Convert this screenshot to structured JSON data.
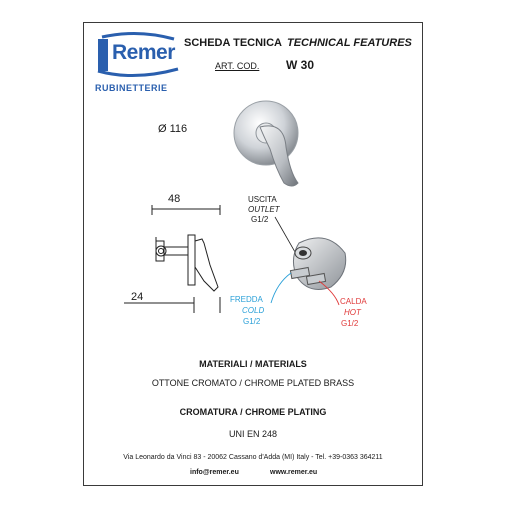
{
  "brand": {
    "name": "Remer",
    "subtitle": "RUBINETTERIE",
    "color": "#2a5fae"
  },
  "header": {
    "title_it": "SCHEDA TECNICA",
    "title_en": "TECHNICAL FEATURES",
    "code_label": "ART. COD.",
    "code_value": "W 30"
  },
  "front_view": {
    "diameter_label": "Ø  116"
  },
  "side_view": {
    "depth": "48",
    "offset": "24"
  },
  "connections": {
    "outlet_it": "USCITA",
    "outlet_en": "OUTLET",
    "outlet_size": "G1/2",
    "cold_it": "FREDDA",
    "cold_en": "COLD",
    "cold_size": "G1/2",
    "hot_it": "CALDA",
    "hot_en": "HOT",
    "hot_size": "G1/2",
    "cold_color": "#2aa0d8",
    "hot_color": "#e03a3a"
  },
  "materials": {
    "heading": "MATERIALI / MATERIALS",
    "value": "OTTONE CROMATO / CHROME PLATED BRASS"
  },
  "plating": {
    "heading": "CROMATURA / CHROME PLATING",
    "value": "UNI EN 248"
  },
  "footer": {
    "address": "Via Leonardo da Vinci 83 - 20062 Cassano d'Adda (MI) Italy - Tel. +39-0363 364211",
    "email": "info@remer.eu",
    "website": "www.remer.eu"
  }
}
